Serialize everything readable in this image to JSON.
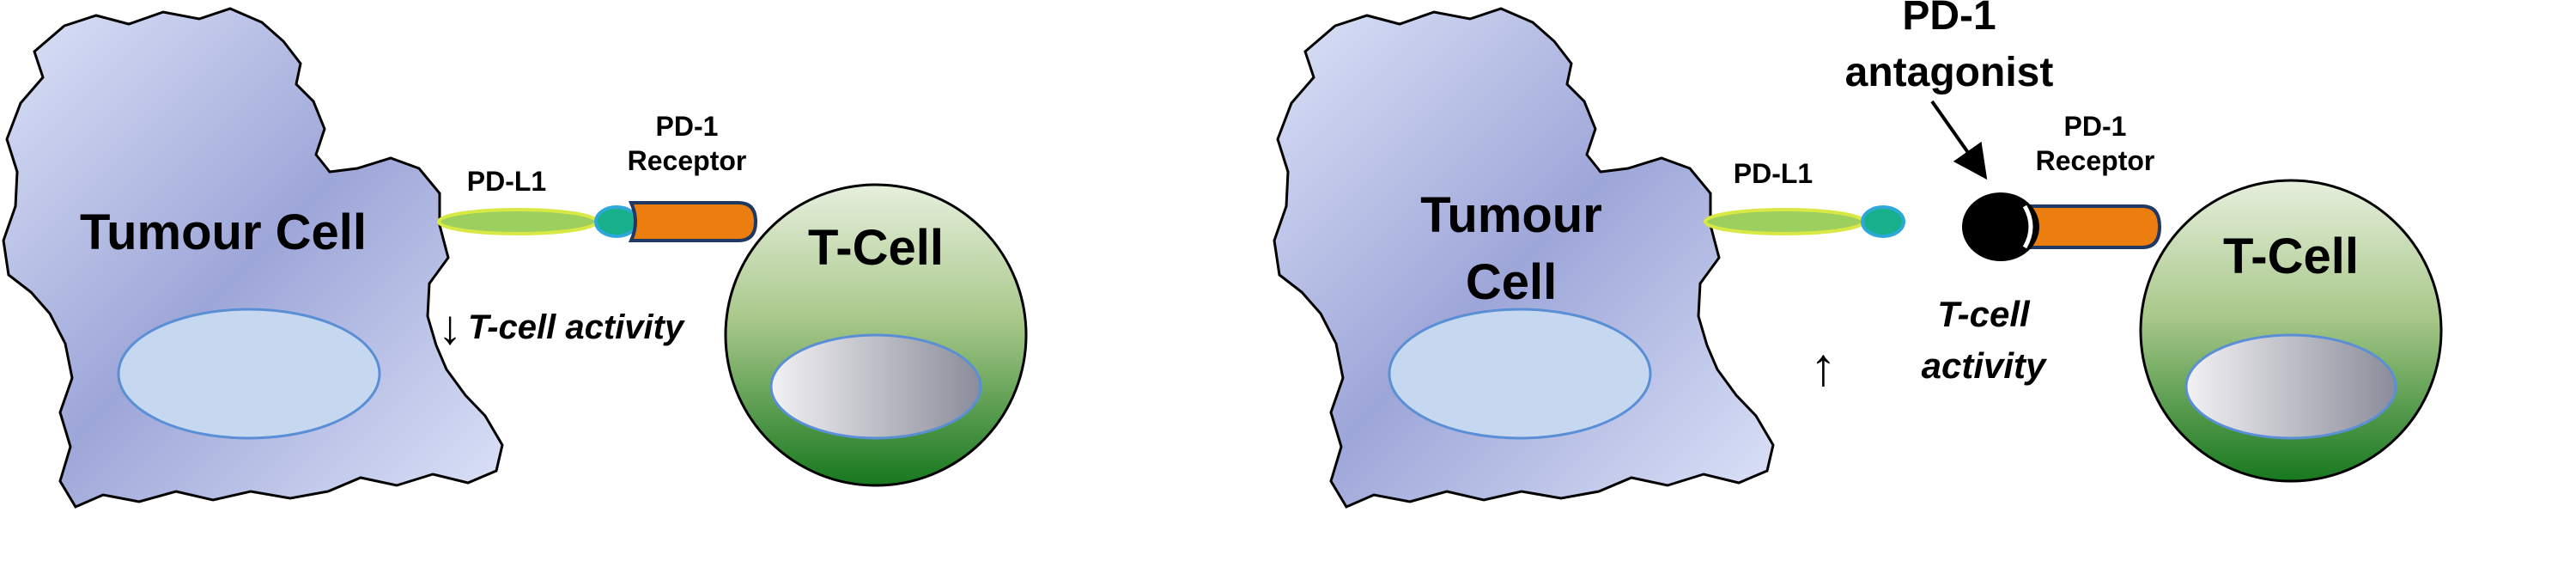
{
  "left_panel": {
    "tumour_label": "Tumour Cell",
    "tcell_label": "T-Cell",
    "ligand_label": "PD-L1",
    "receptor_label_line1": "PD-1",
    "receptor_label_line2": "Receptor",
    "activity_arrow": "↓",
    "activity_text": "T-cell activity"
  },
  "right_panel": {
    "tumour_label_line1": "Tumour",
    "tumour_label_line2": "Cell",
    "tcell_label": "T-Cell",
    "ligand_label": "PD-L1",
    "receptor_label_line1": "PD-1",
    "receptor_label_line2": "Receptor",
    "antagonist_label_line1": "PD-1",
    "antagonist_label_line2": "antagonist",
    "activity_arrow": "↑",
    "activity_text_line1": "T-cell",
    "activity_text_line2": "activity"
  },
  "colors": {
    "tumour_fill": "#aab2e0",
    "nucleus_fill": "#c6d8ef",
    "tcell_top": "#e4eedb",
    "tcell_bottom": "#1b7a22",
    "ligand_fill": "#9ccf5e",
    "ligand_tip": "#17b08a",
    "receptor_fill": "#ec7e10",
    "antagonist_fill": "#000000"
  }
}
